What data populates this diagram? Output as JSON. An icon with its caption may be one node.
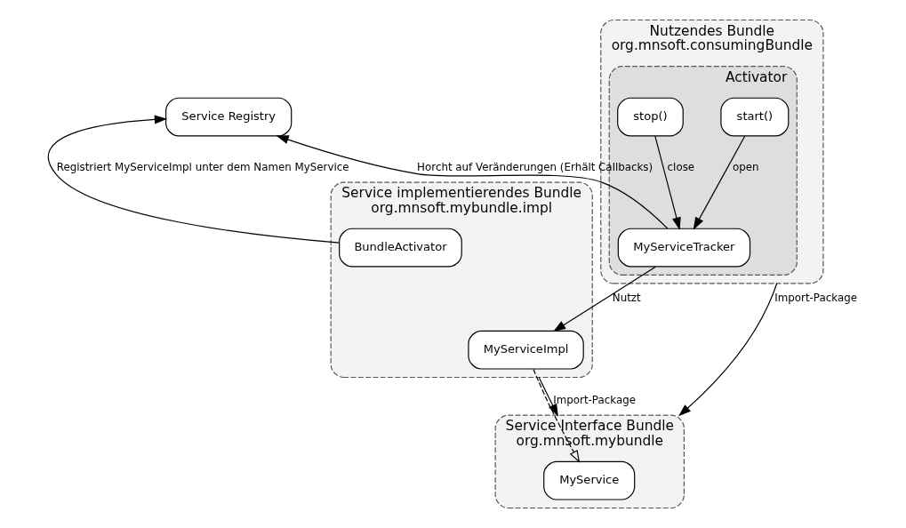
{
  "diagram": {
    "nodes": [
      {
        "text": [
          "Service Registry"
        ]
      },
      {
        "text": [
          "Nutzendes Bundle",
          "org.mnsoft.consumingBundle"
        ]
      },
      {
        "text": [
          "Activator"
        ],
        "in": 1
      },
      {
        "text": [
          "start()"
        ],
        "in": 2
      },
      {
        "text": [
          "stop()"
        ],
        "in": 2
      },
      {
        "text": [
          "MyServiceTracker"
        ],
        "in": 2
      },
      {
        "text": [
          "Service implementierendes Bundle",
          "org.mnsoft.mybundle.impl"
        ]
      },
      {
        "text": [
          "MyServiceImpl"
        ],
        "in": 6
      },
      {
        "text": [
          "BundleActivator"
        ],
        "in": 6
      },
      {
        "text": [
          "Service Interface Bundle",
          "org.mnsoft.mybundle"
        ]
      },
      {
        "text": [
          "MyService"
        ],
        "in": 9
      }
    ],
    "edges": [
      {
        "from": 3,
        "to": 5,
        "arrow": "to",
        "label": "open"
      },
      {
        "from": 4,
        "to": 5,
        "arrow": "to",
        "label": "close"
      },
      {
        "from": 5,
        "to": 0,
        "arrow": "to",
        "label": "Horcht auf Veränderungen (Erhält Callbacks)"
      },
      {
        "from": 8,
        "to": 0,
        "arrow": "to",
        "label": "Registriert MyServiceImpl unter dem Namen MyService"
      },
      {
        "from": 5,
        "to": 7,
        "arrow": "to",
        "label": "Nutzt"
      },
      {
        "from": 7,
        "to": 10,
        "arrow": "to",
        "style": "dashed"
      },
      {
        "from": 6,
        "to": 9,
        "arrow": "to",
        "label": "Import-Package"
      },
      {
        "from": 1,
        "to": 9,
        "arrow": "to",
        "label": "Import-Package"
      }
    ]
  }
}
